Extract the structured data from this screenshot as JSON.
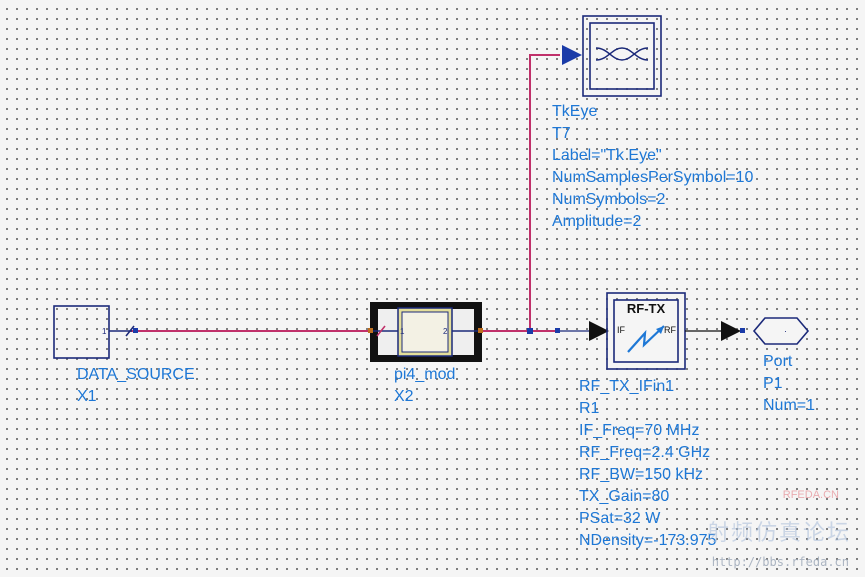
{
  "components": {
    "data_source": {
      "name": "DATA_SOURCE",
      "id": "X1",
      "pin": "1"
    },
    "pi4_mod": {
      "name": "pi4_mod",
      "id": "X2",
      "pin_in": "1",
      "pin_out": "2"
    },
    "tkeye": {
      "name": "TkEye",
      "id": "T7",
      "params": [
        "Label=\"Tk Eye\"",
        "NumSamplesPerSymbol=10",
        "NumSymbols=2",
        "Amplitude=2"
      ]
    },
    "rf_tx": {
      "title": "RF-TX",
      "pin_if": "IF",
      "pin_rf": "RF",
      "name": "RF_TX_IFin1",
      "id": "R1",
      "params": [
        "IF_Freq=70 MHz",
        "RF_Freq=2.4 GHz",
        "RF_BW=150 kHz",
        "TX_Gain=80",
        "PSat=32 W",
        "NDensity=-173.975"
      ]
    },
    "port": {
      "name": "Port",
      "id": "P1",
      "param": "Num=1"
    }
  },
  "watermark": {
    "brand": "RFEDA.CN",
    "text": "射频仿真论坛",
    "url": "http://bbs.rfeda.cn"
  },
  "colors": {
    "wire": "#c0306a",
    "label": "#1e78d6",
    "symbol": "#1c2a7a",
    "pin_mark": "#1a3ba8"
  }
}
